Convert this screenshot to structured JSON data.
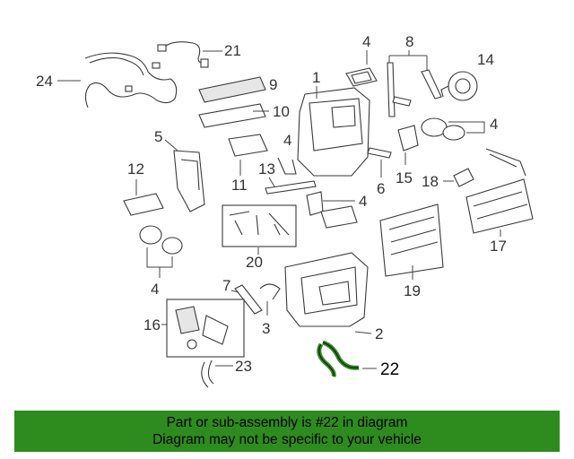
{
  "callouts": {
    "c1": "1",
    "c2": "2",
    "c3": "3",
    "c4a": "4",
    "c4b": "4",
    "c4c": "4",
    "c4d": "4",
    "c4e": "4",
    "c5": "5",
    "c6": "6",
    "c7": "7",
    "c8": "8",
    "c9": "9",
    "c10": "10",
    "c11": "11",
    "c12": "12",
    "c13": "13",
    "c14": "14",
    "c15": "15",
    "c16": "16",
    "c17": "17",
    "c18": "18",
    "c19": "19",
    "c20": "20",
    "c21": "21",
    "c22": "22",
    "c23": "23",
    "c24": "24"
  },
  "highlight": {
    "part_number": "22",
    "color": "#2e8b1e"
  },
  "footer": {
    "line1": "Part or sub-assembly is #22 in diagram",
    "line2": "Diagram may not be specific to your vehicle",
    "background": "#2e8b1e"
  }
}
